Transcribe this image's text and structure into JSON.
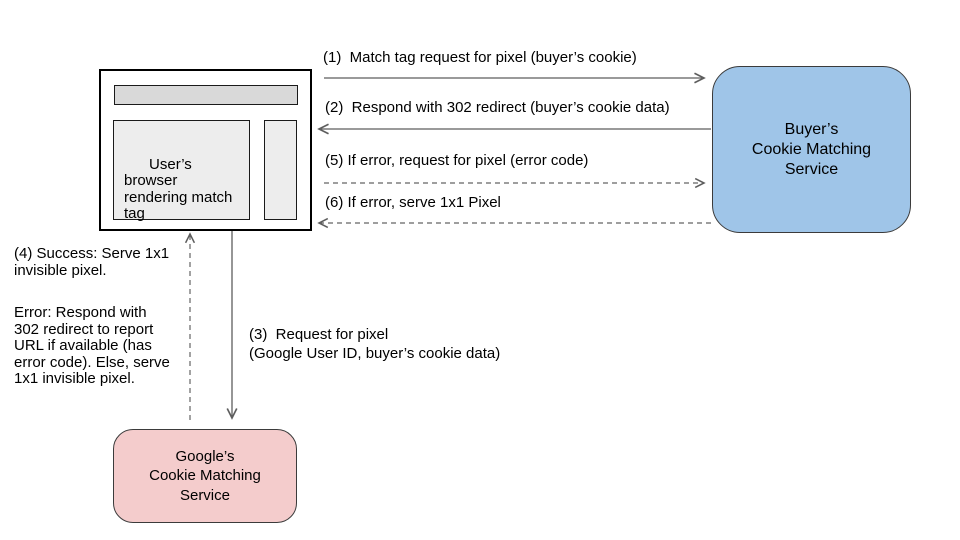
{
  "nodes": {
    "browser": {
      "label": "User’s browser\nrendering match\ntag",
      "titlebar_fill": "#d9d9d9",
      "pane_fill": "#ededed"
    },
    "buyer": {
      "label": "Buyer’s\nCookie Matching\nService",
      "fill": "#9fc5e8"
    },
    "google": {
      "label": "Google’s\nCookie Matching\nService",
      "fill": "#f4cccc"
    }
  },
  "edges": {
    "step1": {
      "label": "(1)  Match tag request for pixel (buyer’s cookie)",
      "from": "browser",
      "to": "buyer",
      "line": "solid"
    },
    "step2": {
      "label": "(2)  Respond with 302 redirect (buyer’s cookie data)",
      "from": "buyer",
      "to": "browser",
      "line": "solid"
    },
    "step5": {
      "label": "(5) If error, request for pixel (error code)",
      "from": "browser",
      "to": "buyer",
      "line": "dashed"
    },
    "step6": {
      "label": "(6) If error, serve 1x1 Pixel",
      "from": "buyer",
      "to": "browser",
      "line": "dashed"
    },
    "step3": {
      "label": "(3)  Request for pixel\n(Google User ID, buyer’s cookie data)",
      "from": "browser",
      "to": "google",
      "line": "solid"
    },
    "step4": {
      "label_success": "(4) Success: Serve 1x1\ninvisible pixel.",
      "label_error": "Error: Respond with\n302 redirect to report\nURL if available (has\nerror code). Else, serve\n1x1 invisible pixel.",
      "from": "google",
      "to": "browser",
      "line": "dashed"
    }
  },
  "colors": {
    "solid_arrow": "#5e5e5e",
    "dashed_arrow": "#646464",
    "text": "#000000",
    "box_border": "#3b3b3b"
  }
}
